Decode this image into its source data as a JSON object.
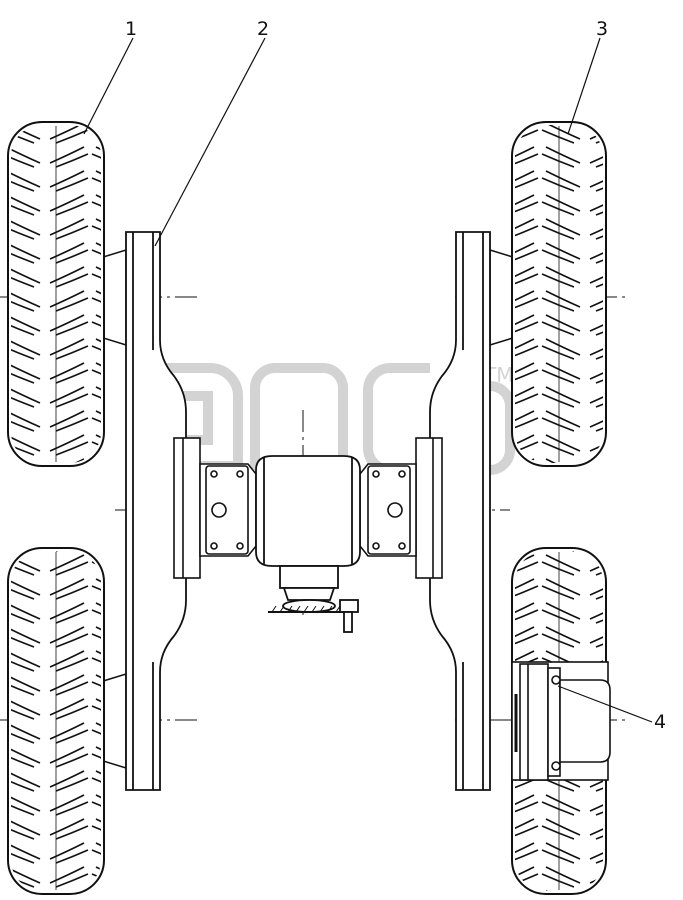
{
  "diagram": {
    "callouts": [
      {
        "id": "1",
        "label": "1"
      },
      {
        "id": "2",
        "label": "2"
      },
      {
        "id": "3",
        "label": "3"
      },
      {
        "id": "4",
        "label": "4"
      }
    ],
    "watermark": {
      "text": "эпсb",
      "mark": "TM"
    },
    "colors": {
      "line": "#111111",
      "fill": "#ffffff",
      "watermark": "#d4d4d4"
    }
  }
}
